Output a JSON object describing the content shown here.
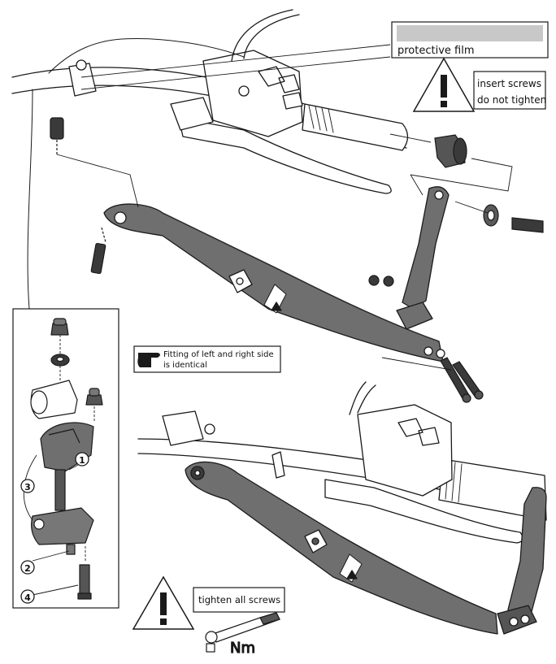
{
  "labels": {
    "protective_film": "protective film",
    "insert_screws_line1": "insert screws",
    "insert_screws_line2": "do not tighten",
    "fitting_line1": "Fitting of left and right side",
    "fitting_line2": "is identical",
    "tighten_all": "tighten all screws",
    "nm": "Nm"
  },
  "callouts": [
    "1",
    "2",
    "3",
    "4"
  ],
  "icons": {
    "warning": "warning-triangle-icon",
    "pointing_hand": "pointing-hand-icon",
    "torque_wrench": "torque-wrench-icon"
  },
  "colors": {
    "line": "#1a1a1a",
    "guard": "#6f6f6f",
    "guard_dark": "#3a3a3a",
    "film": "#c8c8c8",
    "bg": "#ffffff"
  }
}
